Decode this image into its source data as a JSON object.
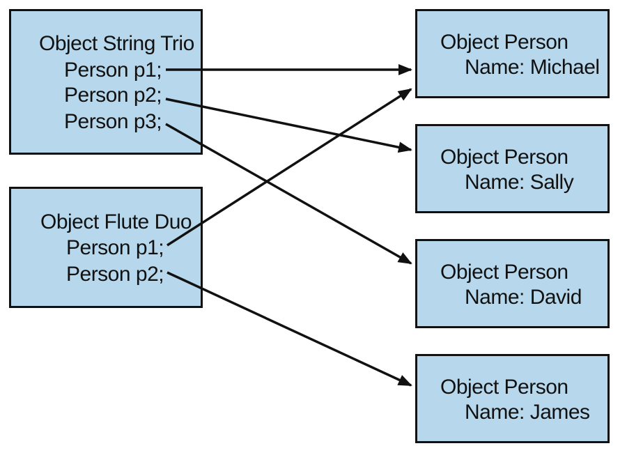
{
  "sources": [
    {
      "id": "string_trio",
      "title": "Object String Trio",
      "fields": [
        "Person p1;",
        "Person p2;",
        "Person p3;"
      ]
    },
    {
      "id": "flute_duo",
      "title": "Object Flute Duo",
      "fields": [
        "Person p1;",
        "Person p2;"
      ]
    }
  ],
  "targets": [
    {
      "title": "Object Person",
      "name_line": "Name: Michael"
    },
    {
      "title": "Object Person",
      "name_line": "Name: Sally"
    },
    {
      "title": "Object Person",
      "name_line": "Name: David"
    },
    {
      "title": "Object Person",
      "name_line": "Name: James"
    }
  ],
  "references": [
    {
      "from": "String Trio p1",
      "to": "Michael"
    },
    {
      "from": "String Trio p2",
      "to": "Sally"
    },
    {
      "from": "String Trio p3",
      "to": "David"
    },
    {
      "from": "Flute Duo p1",
      "to": "Michael"
    },
    {
      "from": "Flute Duo p2",
      "to": "James"
    }
  ],
  "colors": {
    "box_fill": "#b7d8ec",
    "stroke": "#111111"
  }
}
